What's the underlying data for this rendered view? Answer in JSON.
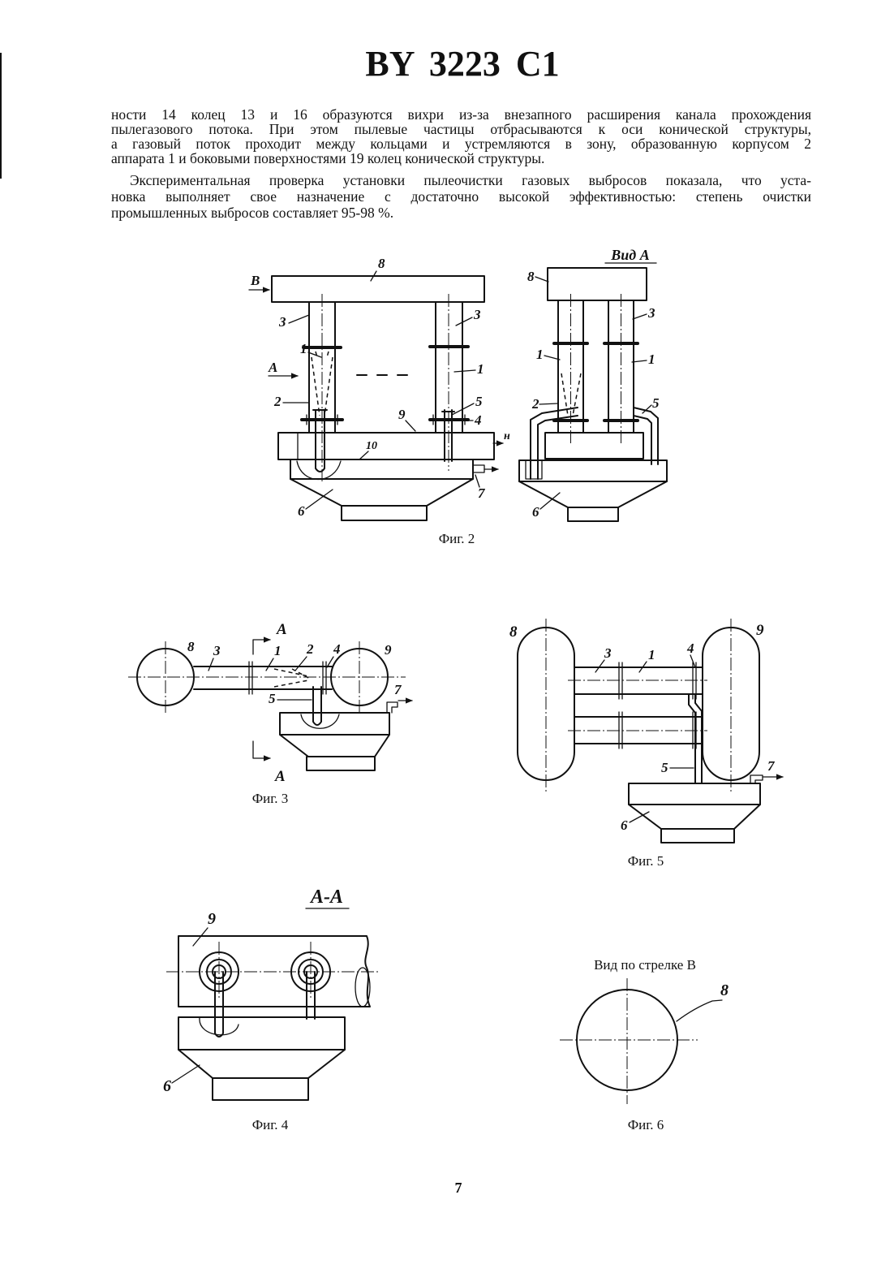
{
  "header": {
    "title": "BY 3223 C1"
  },
  "text": {
    "paragraph_1": [
      "ности 14 колец 13 и 16 образуются вихри из-за внезапного расширения канала прохождения",
      "пылегазового потока. При этом пылевые частицы отбрасываются к оси конической структуры,",
      "а газовый поток проходит между кольцами и устремляются в зону, образованную корпусом 2",
      "аппарата 1 и боковыми поверхностями 19 колец конической структуры."
    ],
    "paragraph_2": [
      "Экспериментальная проверка установки пылеочистки газовых выбросов показала, что уста-",
      "новка выполняет свое назначение с достаточно высокой эффективностью: степень очистки",
      "промышленных выбросов составляет 95-98 %."
    ]
  },
  "fig2": {
    "caption": "Фиг. 2",
    "front": {
      "label_8": "8",
      "arrow_b": "В",
      "label_3_left": "3",
      "label_3_right": "3",
      "label_1_left": "1",
      "arrow_a": "А",
      "label_2": "2",
      "label_1_right": "1",
      "label_5": "5",
      "label_4": "4",
      "label_9": "9",
      "arrow_h": "н",
      "label_10": "10",
      "label_7": "7",
      "label_6": "6"
    },
    "view_a": {
      "title": "Вид А",
      "label_8": "8",
      "label_3": "3",
      "label_1_left": "1",
      "label_1_right": "1",
      "label_2": "2",
      "label_5": "5",
      "label_6": "6"
    }
  },
  "fig3": {
    "caption": "Фиг. 3",
    "labels": {
      "label_8": "8",
      "label_3": "3",
      "label_1": "1",
      "label_2": "2",
      "label_4": "4",
      "label_9": "9",
      "label_5": "5",
      "label_7": "7",
      "section_top": "А",
      "section_bottom": "А"
    }
  },
  "fig4": {
    "caption": "Фиг. 4",
    "title": "А-А",
    "labels": {
      "label_9": "9",
      "label_6": "6"
    }
  },
  "fig5": {
    "caption": "Фиг. 5",
    "labels": {
      "label_8": "8",
      "label_3": "3",
      "label_1": "1",
      "label_4": "4",
      "label_9": "9",
      "label_5": "5",
      "label_7": "7",
      "label_6": "6"
    }
  },
  "fig6": {
    "caption": "Фиг. 6",
    "view_title": "Вид по стрелке В",
    "labels": {
      "label_8": "8"
    }
  },
  "footer": {
    "page_number": "7"
  }
}
